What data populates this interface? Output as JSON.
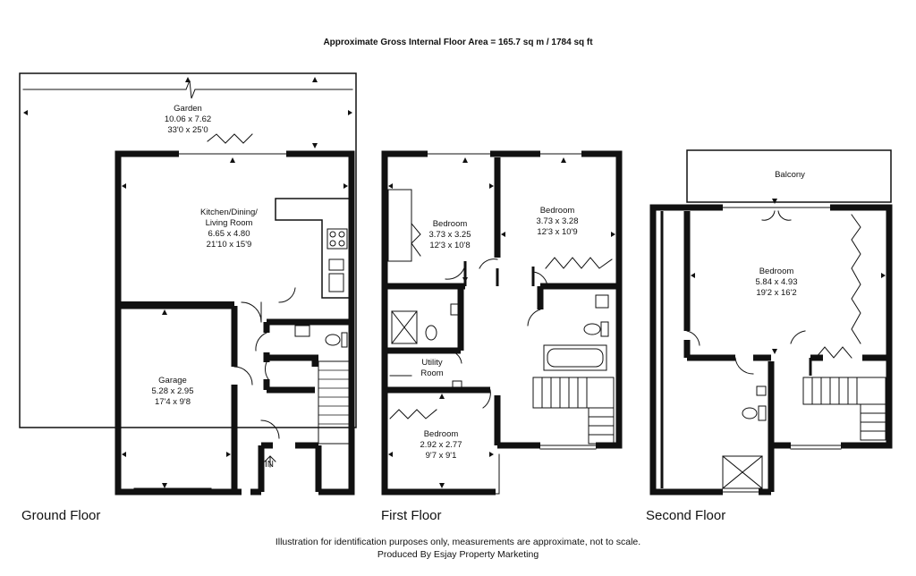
{
  "header": {
    "area_text": "Approximate Gross Internal Floor Area = 165.7 sq m / 1784 sq ft"
  },
  "floors": {
    "ground": {
      "label": "Ground Floor",
      "rooms": [
        {
          "name": "Garden",
          "metric": "10.06 x 7.62",
          "imperial": "33'0 x 25'0"
        },
        {
          "name": "Kitchen/Dining/",
          "name2": "Living Room",
          "metric": "6.65 x 4.80",
          "imperial": "21'10 x 15'9"
        },
        {
          "name": "Garage",
          "metric": "5.28 x 2.95",
          "imperial": "17'4 x 9'8"
        }
      ],
      "entrance_label": "IN"
    },
    "first": {
      "label": "First Floor",
      "rooms": [
        {
          "name": "Bedroom",
          "metric": "3.73 x 3.25",
          "imperial": "12'3 x 10'8"
        },
        {
          "name": "Bedroom",
          "metric": "3.73 x 3.28",
          "imperial": "12'3 x 10'9"
        },
        {
          "name": "Utility",
          "name2": "Room"
        },
        {
          "name": "Bedroom",
          "metric": "2.92 x 2.77",
          "imperial": "9'7 x 9'1"
        }
      ]
    },
    "second": {
      "label": "Second Floor",
      "rooms": [
        {
          "name": "Balcony"
        },
        {
          "name": "Bedroom",
          "metric": "5.84 x 4.93",
          "imperial": "19'2 x 16'2"
        }
      ]
    }
  },
  "footer": {
    "disclaimer": "Illustration for identification purposes only, measurements are approximate, not to scale.",
    "producer": "Produced By Esjay Property Marketing"
  }
}
